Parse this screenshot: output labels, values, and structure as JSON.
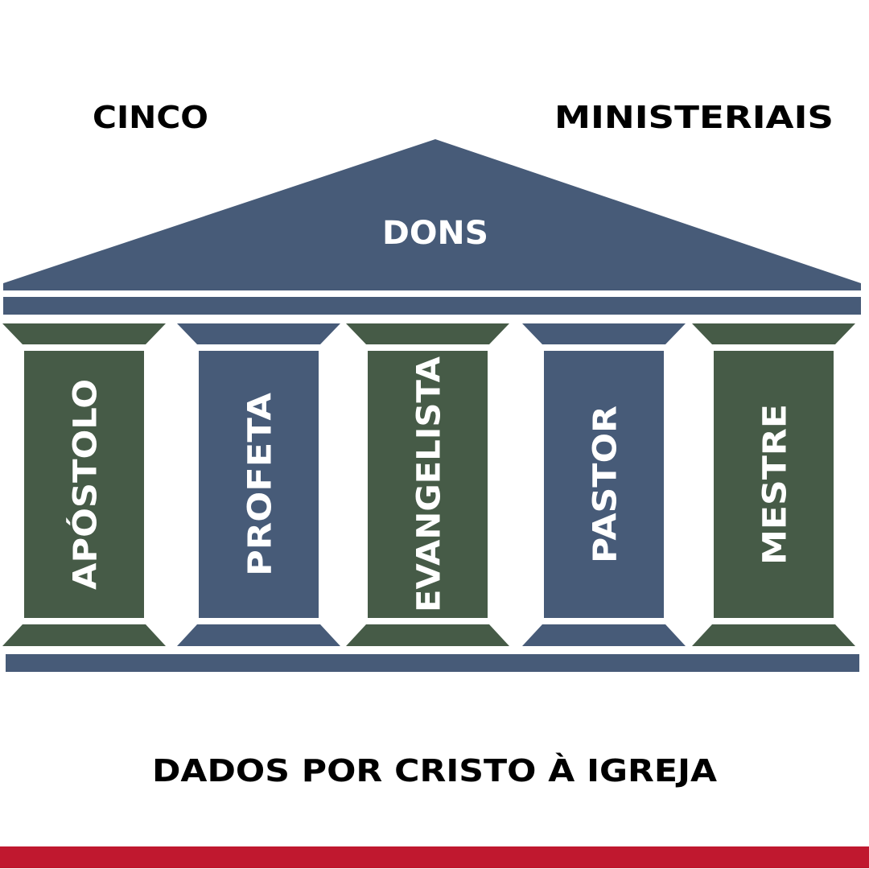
{
  "header": {
    "left": "CINCO",
    "right": "MINISTERIAIS"
  },
  "roof_label": "DONS",
  "columns": [
    {
      "label": "APÓSTOLO",
      "color": "#465b47"
    },
    {
      "label": "PROFETA",
      "color": "#475b78"
    },
    {
      "label": "EVANGELISTA",
      "color": "#465b47"
    },
    {
      "label": "PASTOR",
      "color": "#475b78"
    },
    {
      "label": "MESTRE",
      "color": "#465b47"
    }
  ],
  "footer": "DADOS POR CRISTO À IGREJA",
  "colors": {
    "blue": "#475b78",
    "green": "#465b47",
    "red": "#c0182f"
  }
}
